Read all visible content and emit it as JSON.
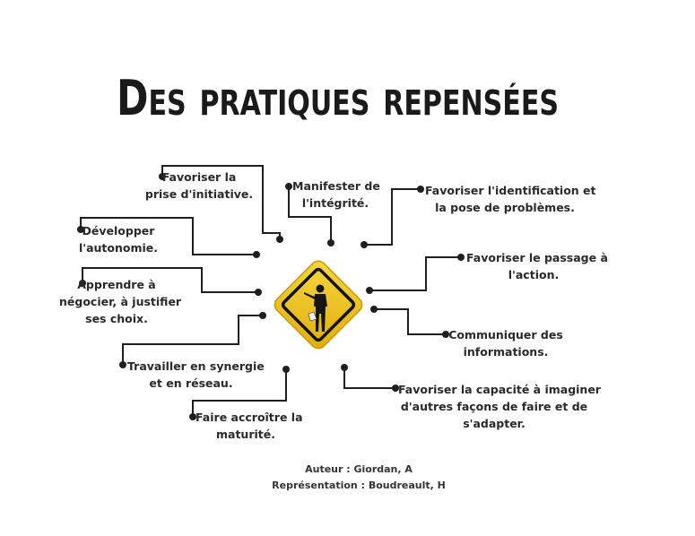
{
  "title": "Des pratiques repensées",
  "center_icon": "warning-sign-teacher-icon",
  "colors": {
    "sign_yellow": "#f2c417",
    "line": "#1f1f1f"
  },
  "items": [
    {
      "lines": [
        "Favoriser la",
        "prise d'initiative."
      ]
    },
    {
      "lines": [
        "Manifester de",
        "l'intégrité."
      ]
    },
    {
      "lines": [
        "Favoriser l'identification et",
        "la pose de problèmes."
      ]
    },
    {
      "lines": [
        "Développer",
        "l'autonomie."
      ]
    },
    {
      "lines": [
        "Apprendre à",
        "négocier, à justifier",
        "ses choix."
      ]
    },
    {
      "lines": [
        "Travailler en synergie",
        "et en réseau."
      ]
    },
    {
      "lines": [
        "Favoriser le passage à",
        "l'action."
      ]
    },
    {
      "lines": [
        "Communiquer des",
        "informations."
      ]
    },
    {
      "lines": [
        "Favoriser la capacité à imaginer",
        "d'autres façons de faire et de",
        "s'adapter."
      ]
    },
    {
      "lines": [
        "Faire accroître la",
        "maturité."
      ]
    }
  ],
  "credits": {
    "author": "Auteur : Giordan, A",
    "representation": "Représentation : Boudreault, H"
  }
}
